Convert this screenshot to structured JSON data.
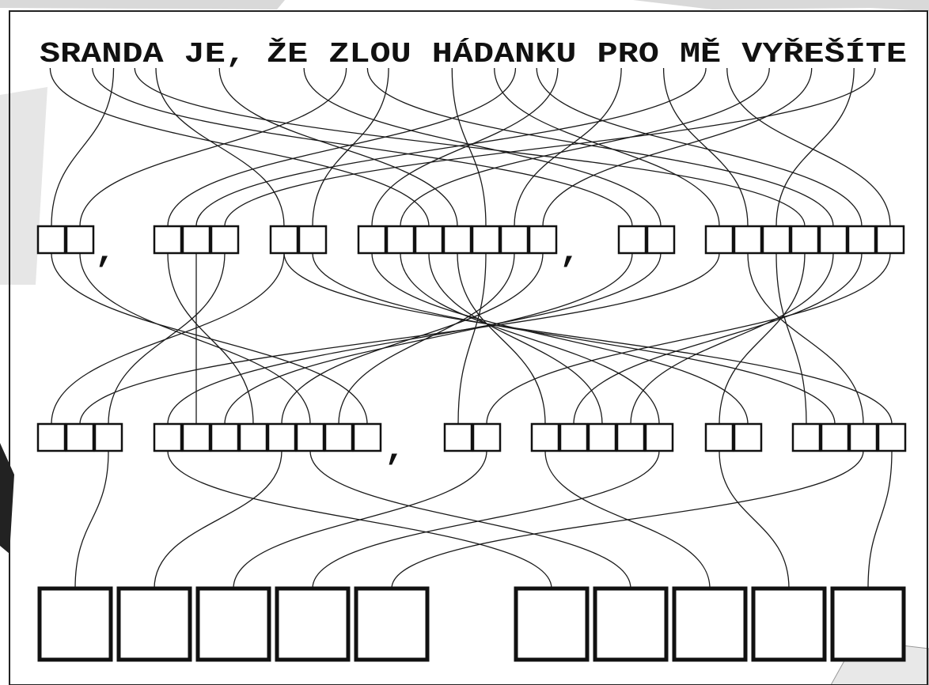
{
  "title": "SRANDA JE, ŽE ZLOU HÁDANKU PRO MĚ VYŘEŠÍTE",
  "rows": [
    {
      "id": "row1",
      "groups": [
        2,
        3,
        2,
        7,
        2,
        7
      ],
      "commas_after_group": [
        0,
        3
      ]
    },
    {
      "id": "row2",
      "groups": [
        3,
        8,
        2,
        5,
        2,
        4
      ],
      "commas_after_group": [
        1
      ]
    },
    {
      "id": "answer",
      "groups": [
        5,
        5
      ],
      "commas_after_group": []
    }
  ],
  "comma_char": ",",
  "colors": {
    "ink": "#111111",
    "paper": "#ffffff"
  }
}
